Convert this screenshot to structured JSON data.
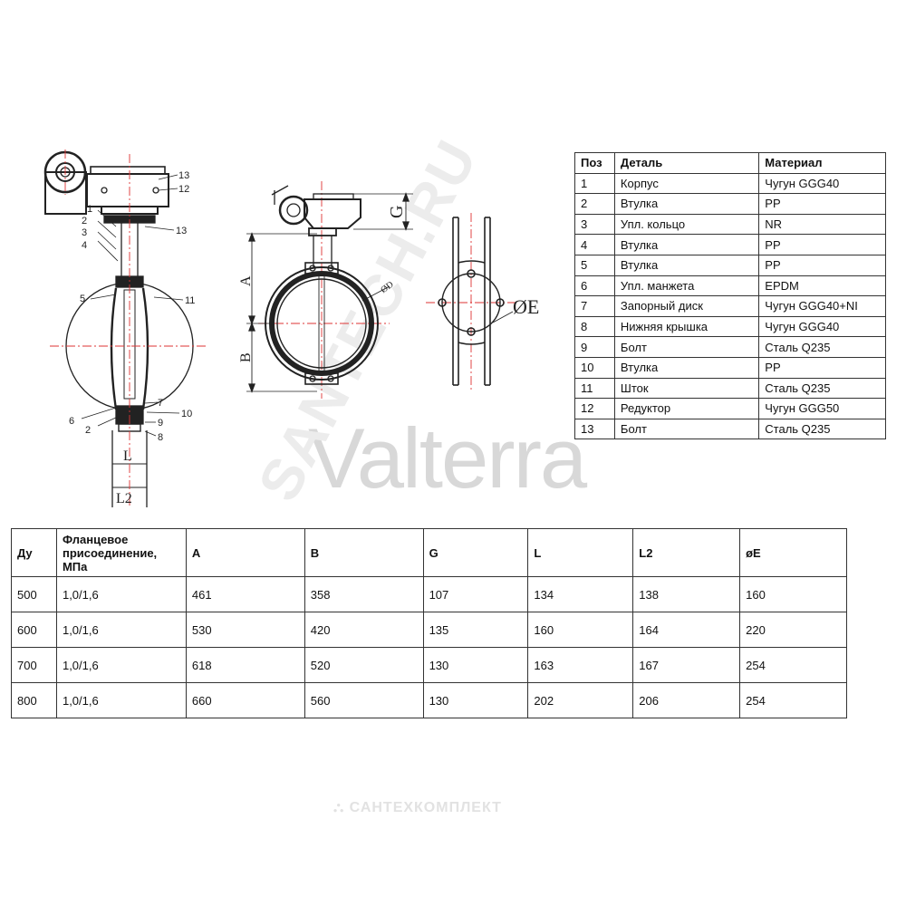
{
  "watermark": {
    "brand": "Valterra",
    "site": "SANTECH.RU",
    "footer": "САНТЕХКОМПЛЕКТ"
  },
  "drawing": {
    "callouts_left": [
      "1",
      "2",
      "3",
      "4",
      "5",
      "6",
      "2"
    ],
    "callouts_right": [
      "13",
      "12",
      "13",
      "11",
      "7",
      "10",
      "9",
      "8"
    ],
    "dim_labels": {
      "L": "L",
      "L2": "L2",
      "A": "A",
      "B": "B",
      "G": "G",
      "D": "ØD",
      "E": "ØE"
    }
  },
  "parts_table": {
    "headers": [
      "Поз",
      "Деталь",
      "Материал"
    ],
    "rows": [
      [
        "1",
        "Корпус",
        "Чугун GGG40"
      ],
      [
        "2",
        "Втулка",
        "PP"
      ],
      [
        "3",
        "Упл. кольцо",
        "NR"
      ],
      [
        "4",
        "Втулка",
        "PP"
      ],
      [
        "5",
        "Втулка",
        "PP"
      ],
      [
        "6",
        "Упл. манжета",
        "EPDM"
      ],
      [
        "7",
        "Запорный диск",
        "Чугун GGG40+NI"
      ],
      [
        "8",
        "Нижняя крышка",
        "Чугун GGG40"
      ],
      [
        "9",
        "Болт",
        "Сталь Q235"
      ],
      [
        "10",
        "Втулка",
        "PP"
      ],
      [
        "11",
        "Шток",
        "Сталь Q235"
      ],
      [
        "12",
        "Редуктор",
        "Чугун GGG50"
      ],
      [
        "13",
        "Болт",
        "Сталь Q235"
      ]
    ]
  },
  "dims_table": {
    "headers": [
      "Ду",
      "Фланцевое присоединение, МПа",
      "A",
      "B",
      "G",
      "L",
      "L2",
      "øE"
    ],
    "rows": [
      [
        "500",
        "1,0/1,6",
        "461",
        "358",
        "107",
        "134",
        "138",
        "160"
      ],
      [
        "600",
        "1,0/1,6",
        "530",
        "420",
        "135",
        "160",
        "164",
        "220"
      ],
      [
        "700",
        "1,0/1,6",
        "618",
        "520",
        "130",
        "163",
        "167",
        "254"
      ],
      [
        "800",
        "1,0/1,6",
        "660",
        "560",
        "130",
        "202",
        "206",
        "254"
      ]
    ]
  }
}
